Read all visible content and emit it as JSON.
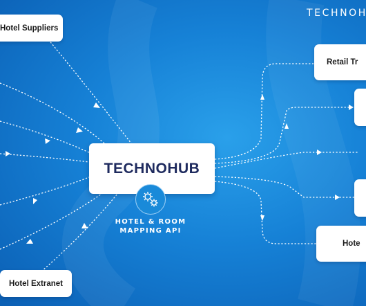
{
  "brand": {
    "mark": "TECHNOHUB",
    "bg_dark": "#0b5fb4",
    "bg_light": "#2aa0ea",
    "hub_text_color": "#1e2a5e"
  },
  "hub": {
    "title": "TECHNOHUB",
    "icon": "gears-icon",
    "caption_line1": "HOTEL & ROOM",
    "caption_line2": "MAPPING API"
  },
  "sources": [
    {
      "label": "Hotel Suppliers"
    },
    {
      "label": "Hotel Extranet"
    }
  ],
  "destinations": [
    {
      "label": "Retail Tr"
    },
    {
      "label": "Hote"
    }
  ]
}
